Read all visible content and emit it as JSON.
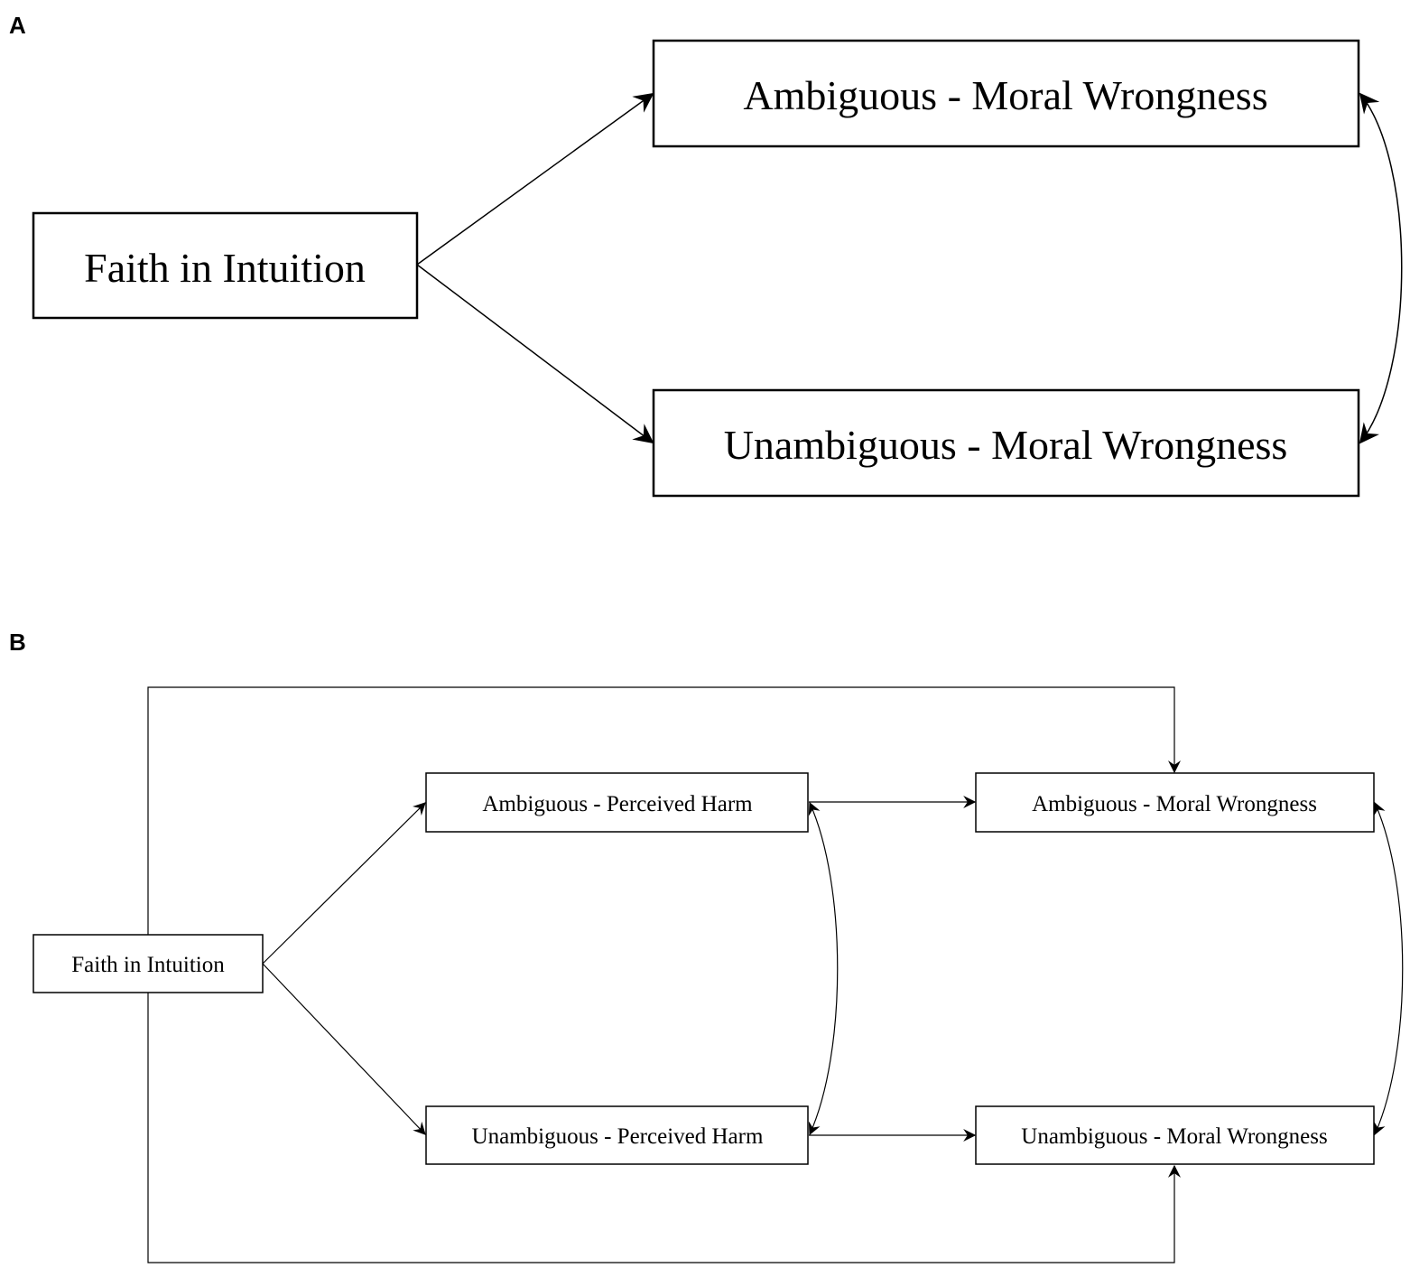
{
  "panels": {
    "a": {
      "label": "A",
      "nodes": {
        "faith": "Faith in Intuition",
        "amb_moral": "Ambiguous - Moral Wrongness",
        "unamb_moral": "Unambiguous - Moral Wrongness"
      }
    },
    "b": {
      "label": "B",
      "nodes": {
        "faith": "Faith in Intuition",
        "amb_harm": "Ambiguous - Perceived Harm",
        "unamb_harm": "Unambiguous - Perceived Harm",
        "amb_moral": "Ambiguous - Moral Wrongness",
        "unamb_moral": "Unambiguous - Moral Wrongness"
      }
    }
  },
  "edges": {
    "a": [
      {
        "from": "faith",
        "to": "amb_moral",
        "kind": "directed"
      },
      {
        "from": "faith",
        "to": "unamb_moral",
        "kind": "directed"
      },
      {
        "from": "amb_moral",
        "to": "unamb_moral",
        "kind": "covariance"
      }
    ],
    "b": [
      {
        "from": "faith",
        "to": "amb_harm",
        "kind": "directed"
      },
      {
        "from": "faith",
        "to": "unamb_harm",
        "kind": "directed"
      },
      {
        "from": "amb_harm",
        "to": "amb_moral",
        "kind": "directed"
      },
      {
        "from": "unamb_harm",
        "to": "unamb_moral",
        "kind": "directed"
      },
      {
        "from": "faith",
        "to": "amb_moral",
        "kind": "directed"
      },
      {
        "from": "faith",
        "to": "unamb_moral",
        "kind": "directed"
      },
      {
        "from": "amb_harm",
        "to": "unamb_harm",
        "kind": "covariance"
      },
      {
        "from": "amb_moral",
        "to": "unamb_moral",
        "kind": "covariance"
      }
    ]
  }
}
